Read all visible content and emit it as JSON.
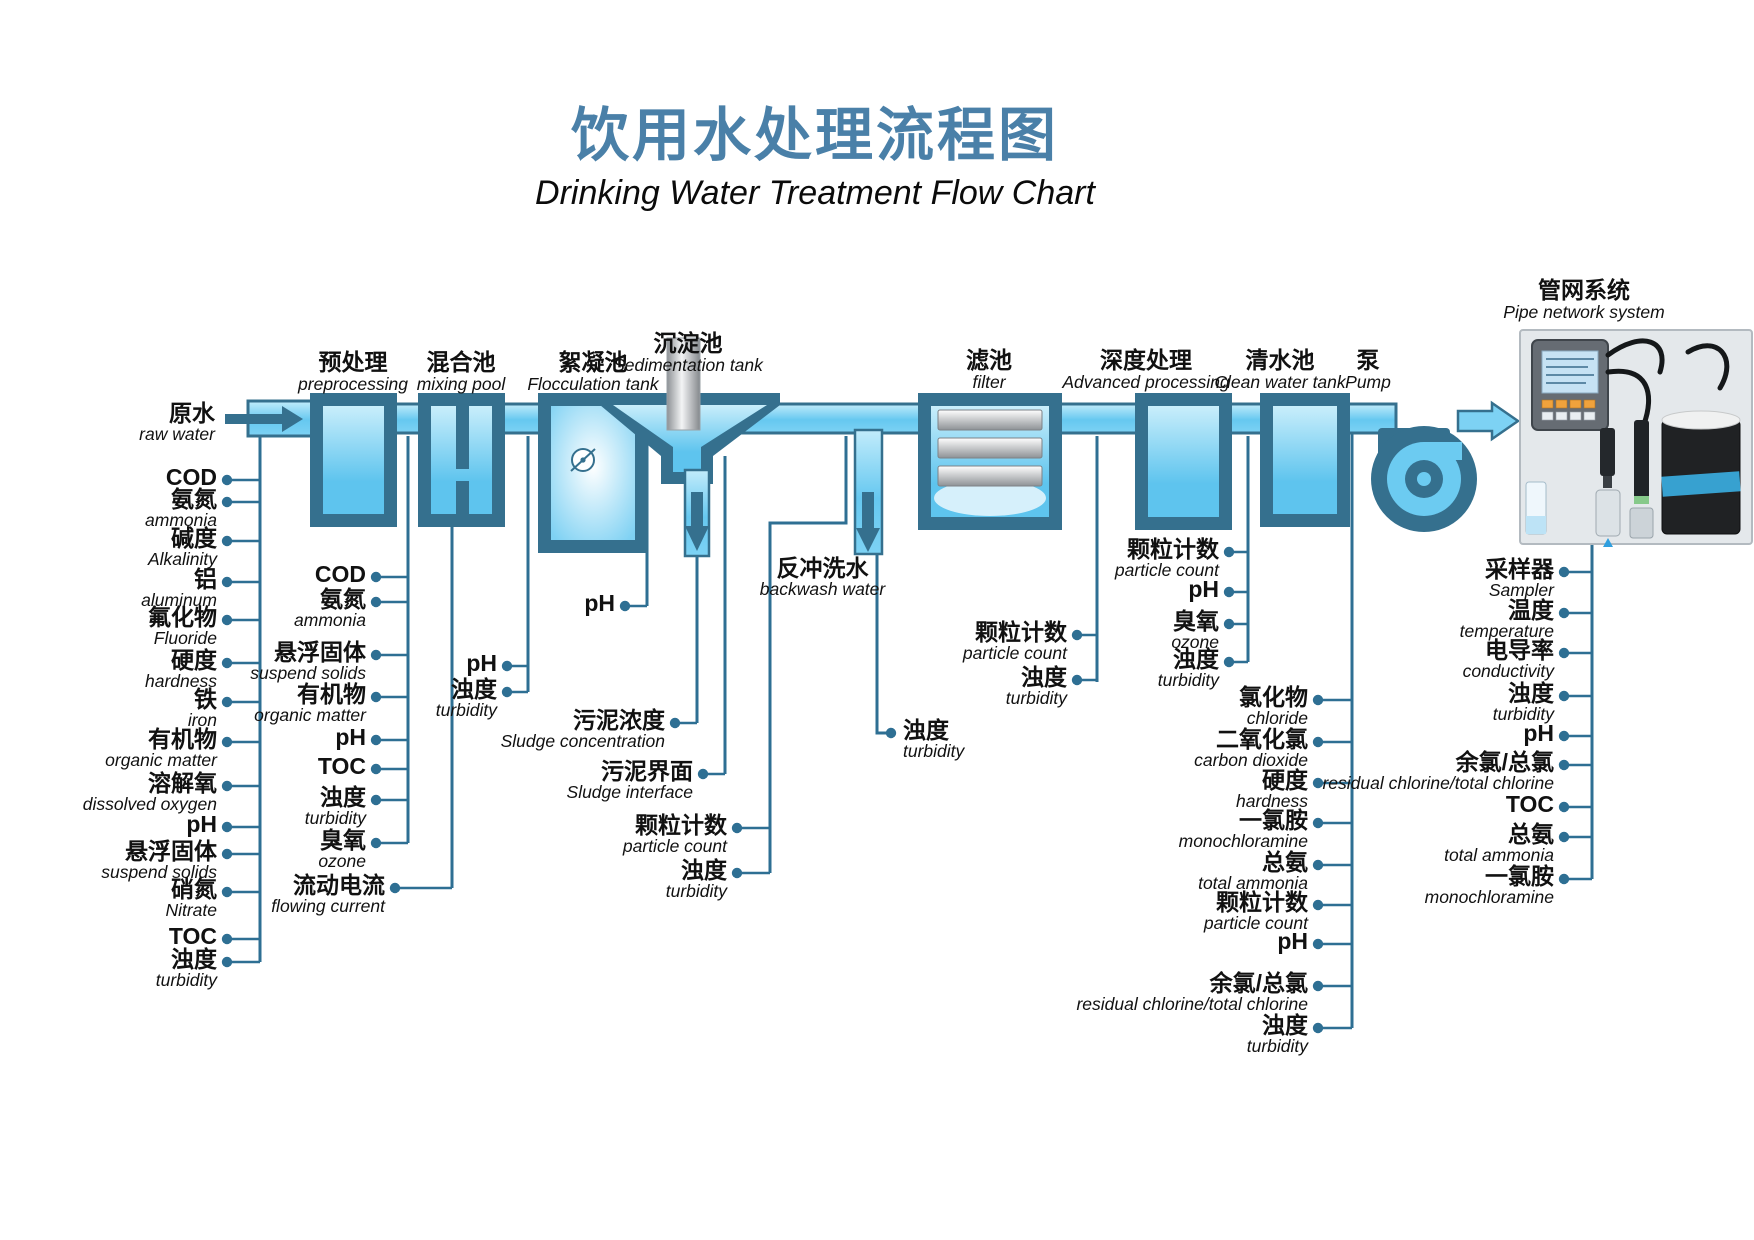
{
  "title": {
    "cn": "饮用水处理流程图",
    "en": "Drinking Water Treatment Flow Chart"
  },
  "source": {
    "cn": "原水",
    "en": "raw water"
  },
  "backwash": {
    "cn": "反冲洗水",
    "en": "backwash water"
  },
  "stages": [
    {
      "cn": "预处理",
      "en": "preprocessing"
    },
    {
      "cn": "混合池",
      "en": "mixing pool"
    },
    {
      "cn": "絮凝池",
      "en": "Flocculation tank"
    },
    {
      "cn": "沉淀池",
      "en": "Sedimentation tank"
    },
    {
      "cn": "滤池",
      "en": "filter"
    },
    {
      "cn": "深度处理",
      "en": "Advanced processing"
    },
    {
      "cn": "清水池",
      "en": "Clean water tank"
    },
    {
      "cn": "泵",
      "en": "Pump"
    },
    {
      "cn": "管网系统",
      "en": "Pipe network system"
    }
  ],
  "columns": {
    "raw_water": {
      "items": [
        {
          "cn": "COD"
        },
        {
          "cn": "氨氮",
          "en": "ammonia"
        },
        {
          "cn": "碱度",
          "en": "Alkalinity"
        },
        {
          "cn": "铝",
          "en": "aluminum"
        },
        {
          "cn": "氟化物",
          "en": "Fluoride"
        },
        {
          "cn": "硬度",
          "en": "hardness"
        },
        {
          "cn": "铁",
          "en": "iron"
        },
        {
          "cn": "有机物",
          "en": "organic matter"
        },
        {
          "cn": "溶解氧",
          "en": "dissolved oxygen"
        },
        {
          "cn": "pH"
        },
        {
          "cn": "悬浮固体",
          "en": "suspend solids"
        },
        {
          "cn": "硝氮",
          "en": "Nitrate"
        },
        {
          "cn": "TOC"
        },
        {
          "cn": "浊度",
          "en": "turbidity"
        }
      ]
    },
    "preprocessing_out": {
      "items": [
        {
          "cn": "COD"
        },
        {
          "cn": "氨氮",
          "en": "ammonia"
        },
        {
          "cn": "悬浮固体",
          "en": "suspend solids"
        },
        {
          "cn": "有机物",
          "en": "organic matter"
        },
        {
          "cn": "pH"
        },
        {
          "cn": "TOC"
        },
        {
          "cn": "浊度",
          "en": "turbidity"
        },
        {
          "cn": "臭氧",
          "en": "ozone"
        },
        {
          "cn": "流动电流",
          "en": "flowing current"
        }
      ]
    },
    "mixing_out": {
      "items": [
        {
          "cn": "pH"
        },
        {
          "cn": "浊度",
          "en": "turbidity"
        }
      ]
    },
    "flocculation_out": {
      "items": [
        {
          "cn": "pH"
        }
      ]
    },
    "sedimentation": {
      "items": [
        {
          "cn": "污泥浓度",
          "en": "Sludge concentration"
        },
        {
          "cn": "污泥界面",
          "en": "Sludge interface"
        },
        {
          "cn": "颗粒计数",
          "en": "particle count"
        },
        {
          "cn": "浊度",
          "en": "turbidity"
        }
      ]
    },
    "backwash_out": {
      "items": [
        {
          "cn": "浊度",
          "en": "turbidity"
        }
      ]
    },
    "filter_out": {
      "items": [
        {
          "cn": "颗粒计数",
          "en": "particle count"
        },
        {
          "cn": "浊度",
          "en": "turbidity"
        }
      ]
    },
    "advanced_in": {
      "items": [
        {
          "cn": "颗粒计数",
          "en": "particle count"
        },
        {
          "cn": "pH"
        },
        {
          "cn": "臭氧",
          "en": "ozone"
        },
        {
          "cn": "浊度",
          "en": "turbidity"
        }
      ]
    },
    "advanced_out": {
      "items": [
        {
          "cn": "氯化物",
          "en": "chloride"
        },
        {
          "cn": "二氧化氯",
          "en": "carbon dioxide"
        },
        {
          "cn": "硬度",
          "en": "hardness"
        },
        {
          "cn": "一氯胺",
          "en": "monochloramine"
        },
        {
          "cn": "总氨",
          "en": "total ammonia"
        },
        {
          "cn": "颗粒计数",
          "en": "particle count"
        },
        {
          "cn": "pH"
        },
        {
          "cn": "余氯/总氯",
          "en": "residual chlorine/total chlorine"
        },
        {
          "cn": "浊度",
          "en": "turbidity"
        }
      ]
    },
    "network": {
      "items": [
        {
          "cn": "采样器",
          "en": "Sampler"
        },
        {
          "cn": "温度",
          "en": "temperature"
        },
        {
          "cn": "电导率",
          "en": "conductivity"
        },
        {
          "cn": "浊度",
          "en": "turbidity"
        },
        {
          "cn": "pH"
        },
        {
          "cn": "余氯/总氯",
          "en": "residual chlorine/total chlorine"
        },
        {
          "cn": "TOC"
        },
        {
          "cn": "总氨",
          "en": "total ammonia"
        },
        {
          "cn": "一氯胺",
          "en": "monochloramine"
        }
      ]
    },
    "colors": {
      "accent": "#35708e",
      "line": "#2e6f93",
      "pipe": "#6ccbf1",
      "title": "#4a80a8"
    }
  }
}
